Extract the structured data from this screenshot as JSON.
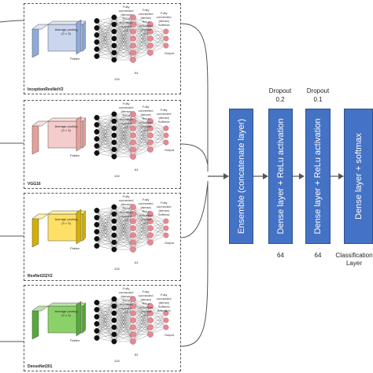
{
  "branches": [
    {
      "name": "InceptionResNetV2",
      "pool_label": "Average pooling\n(3 × 3)",
      "fc1": "Fully\nconnected\n(dense)\nReLu\nactivation\ndropout\n0.3",
      "fc2": "Fully\nconnected\n(dense)\nReLu\nactivation\ndropout\n0.3",
      "fc3": "Fully\nconnected\n(dense)\nSoftmax",
      "flatten": "Flatten",
      "n1": "128",
      "n2": "64",
      "output": "Output",
      "colors": {
        "face": "#c9d6ee",
        "side": "#8eaadb",
        "top": "#dfe7f6"
      }
    },
    {
      "name": "VGG16",
      "pool_label": "Average pooling\n(3 × 3)",
      "fc1": "Fully\nconnected\n(dense)\nReLu\nactivation\ndropout\n0.3",
      "fc2": "Fully\nconnected\n(dense)\nReLu\nactivation\ndropout\n0.3",
      "fc3": "Fully\nconnected\n(dense)\nSoftmax",
      "flatten": "Flatten",
      "n1": "128",
      "n2": "64",
      "output": "Output",
      "colors": {
        "face": "#f4cccc",
        "side": "#e6a09a",
        "top": "#f9e0dd"
      }
    },
    {
      "name": "ResNet152V2",
      "pool_label": "Average pooling\n(3 × 3)",
      "fc1": "Fully\nconnected\n(dense)\nReLu\nactivation\ndropout\n0.3",
      "fc2": "Fully\nconnected\n(dense)\nReLu\nactivation\ndropout\n0.3",
      "fc3": "Fully\nconnected\n(dense)\nSoftmax",
      "flatten": "Flatten",
      "n1": "128",
      "n2": "64",
      "output": "Output",
      "colors": {
        "face": "#ffe066",
        "side": "#d4b000",
        "top": "#fff2a8"
      }
    },
    {
      "name": "DenseNet201",
      "pool_label": "Average pooling\n(3 × 3)",
      "fc1": "Fully\nconnected\n(dense)\nReLu\nactivation\ndropout\n0.3",
      "fc2": "Fully\nconnected\n(dense)\nReLu\nactivation\ndropout\n0.3",
      "fc3": "Fully\nconnected\n(dense)\nSoftmax\nactivation",
      "flatten": "Flatten",
      "n1": "128",
      "n2": "64",
      "output": "Output",
      "colors": {
        "face": "#8bd16a",
        "side": "#57a83a",
        "top": "#b8e5a3"
      }
    }
  ],
  "ensemble": {
    "label": "Ensemble (concatenate layer)"
  },
  "dense1": {
    "label": "Dense layer + ReLu activation",
    "dropout_title": "Dropout",
    "dropout_value": "0.2",
    "units": "64"
  },
  "dense2": {
    "label": "Dense layer + ReLu activation",
    "dropout_title": "Dropout",
    "dropout_value": "0.1",
    "units": "64"
  },
  "classifier": {
    "label": "Dense layer + softmax",
    "caption": "Classification\nLayer"
  },
  "colors": {
    "block": "#4472c4",
    "block_border": "#2f528f",
    "neuron": "#111111",
    "fc_node": "#e38a94",
    "fc_node_edge": "#b04a58",
    "connector": "#555555"
  }
}
